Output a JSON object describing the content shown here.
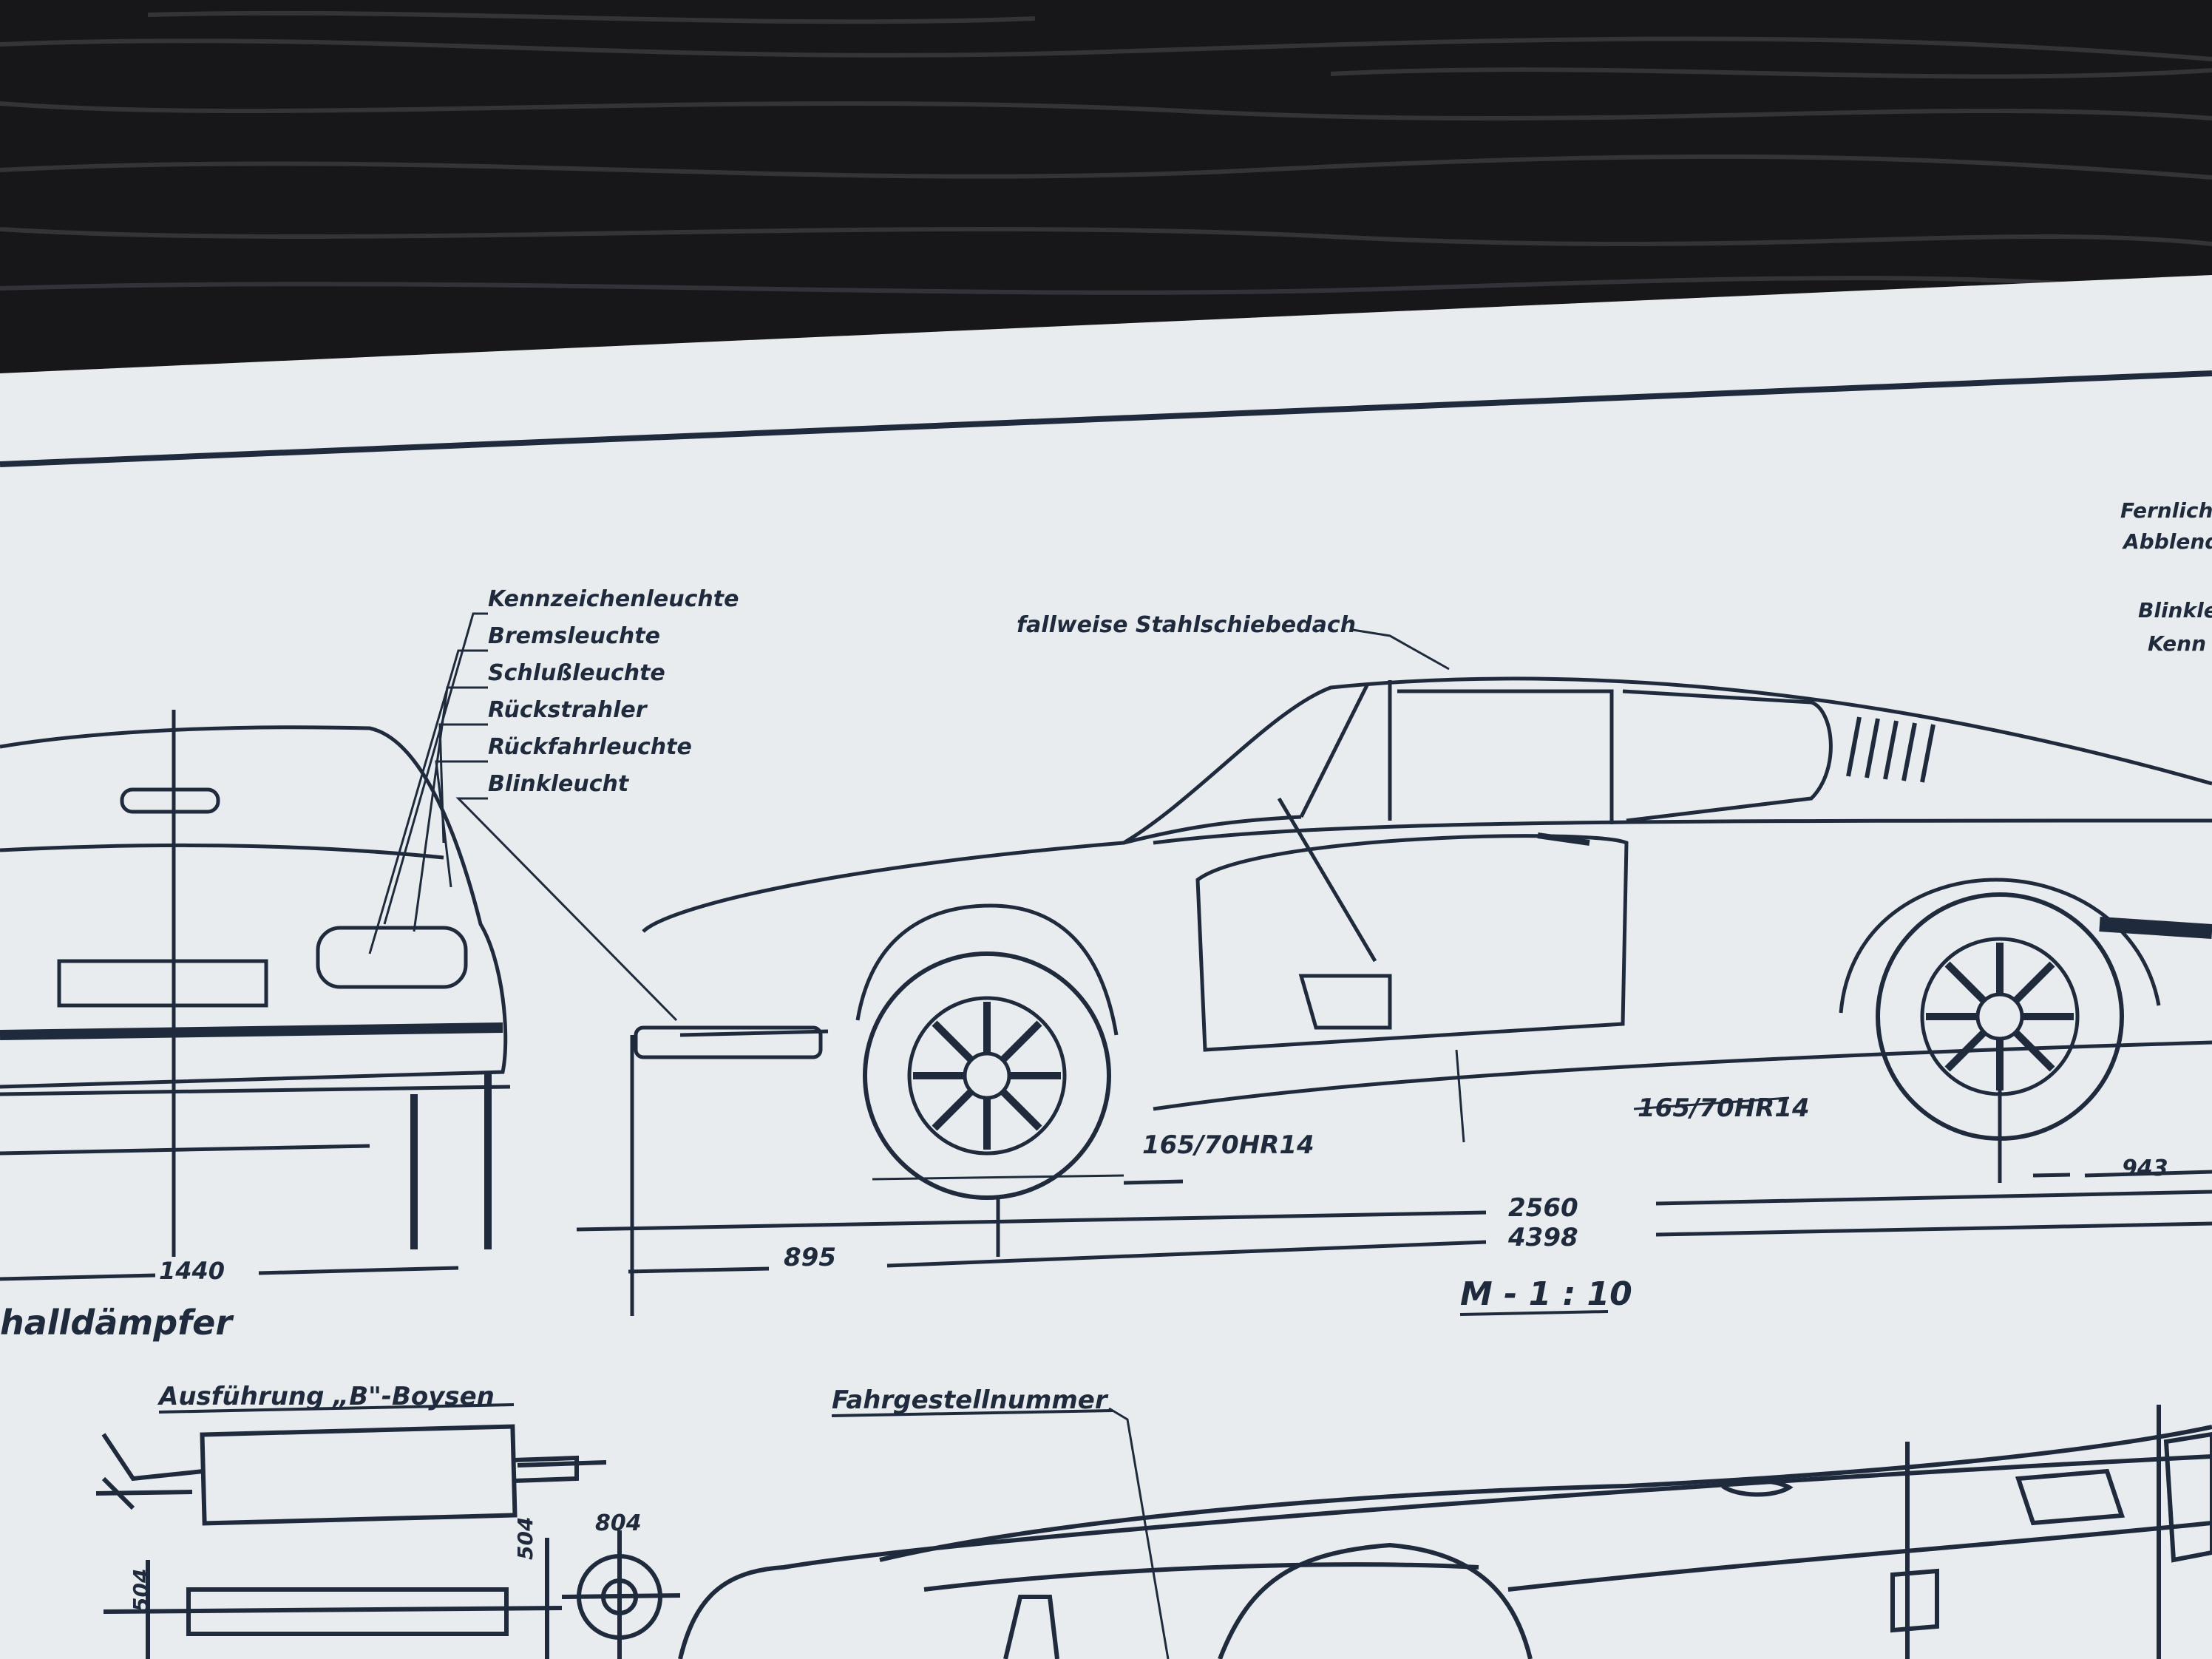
{
  "colors": {
    "wood_dark": "#17171a",
    "wood_grain": "#3a3b40",
    "paper": "#e8ecef",
    "ink": "#1f2b3c"
  },
  "labels": {
    "rear_callouts": [
      "Kennzeichenleuchte",
      "Bremsleuchte",
      "Schlußleuchte",
      "Rückstrahler",
      "Rückfahrleuchte",
      "Blinkleucht"
    ],
    "sunroof": "fallweise Stahlschiebedach",
    "right_callouts": [
      "Fernlicht",
      "Abblend",
      "Blinkle",
      "Kenn"
    ],
    "tire_front": "165/70HR14",
    "tire_rear": "165/70HR14",
    "dim_front_overhang": "895",
    "dim_wheelbase": "2560",
    "dim_length": "4398",
    "dim_rear_overhang": "943",
    "dim_track": "1440",
    "scale": "M - 1 : 10",
    "muffler": "halldämpfer",
    "muffler_variant": "Ausführung „B\"-Boysen",
    "chassis_number": "Fahrgestellnummer",
    "dim_pipe_a": "504",
    "dim_pipe_b": "504",
    "dim_flange": "804"
  }
}
